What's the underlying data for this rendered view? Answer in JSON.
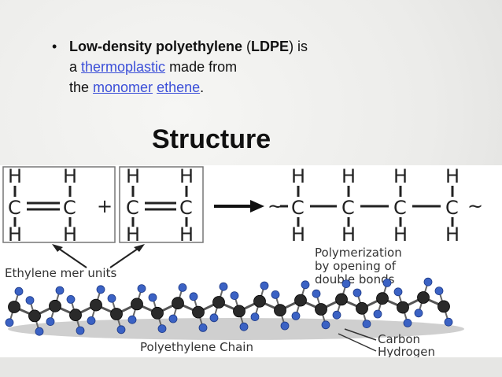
{
  "bullet": {
    "part1": "Low-density polyethylene",
    "part2": " (",
    "part3": "LDPE",
    "part4": ") is",
    "line2_pre": "a ",
    "link_thermoplastic": "thermoplastic",
    "line2_post": " made from",
    "line3_pre": "the ",
    "link_monomer": "monomer",
    "line3_space": " ",
    "link_ethene": "ethene",
    "line3_post": "."
  },
  "heading": "Structure",
  "diagram": {
    "atoms": {
      "H": "H",
      "C": "C"
    },
    "plus": "+",
    "chain_end": "~",
    "label_mer_units": "Ethylene mer units",
    "label_polymerization_1": "Polymerization",
    "label_polymerization_2": "by opening of",
    "label_polymerization_3": "double bonds",
    "label_chain": "Polyethylene Chain",
    "label_carbon": "Carbon",
    "label_hydrogen": "Hydrogen",
    "carbon_color": "#2a2a2a",
    "hydrogen_color": "#3b62c4"
  }
}
